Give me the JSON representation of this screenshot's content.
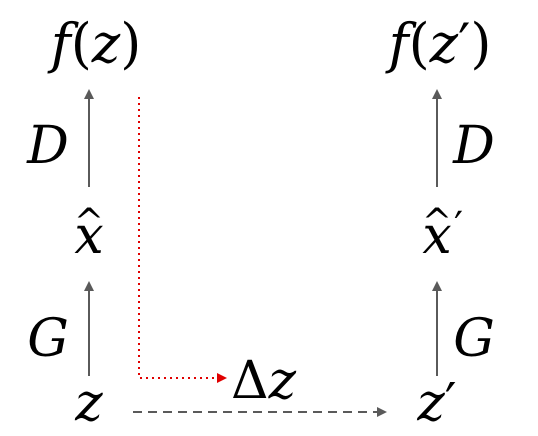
{
  "colors": {
    "arrow": "#5a5a5a",
    "gradient_path": "#e00000",
    "text": "#000000"
  },
  "left_column": {
    "output": {
      "fn": "f",
      "open": "(",
      "var": "z",
      "close": ")"
    },
    "discriminator_label": "D",
    "generated": {
      "var": "x",
      "hat": "^"
    },
    "generator_label": "G",
    "latent": "z"
  },
  "right_column": {
    "output": {
      "fn": "f",
      "open": "(",
      "var": "z",
      "prime": "′",
      "close": ")"
    },
    "discriminator_label": "D",
    "generated": {
      "var": "x",
      "hat": "^",
      "prime": "′"
    },
    "generator_label": "G",
    "latent": {
      "var": "z",
      "prime": "′"
    }
  },
  "delta": {
    "symbol": "Δ",
    "var": "z"
  }
}
